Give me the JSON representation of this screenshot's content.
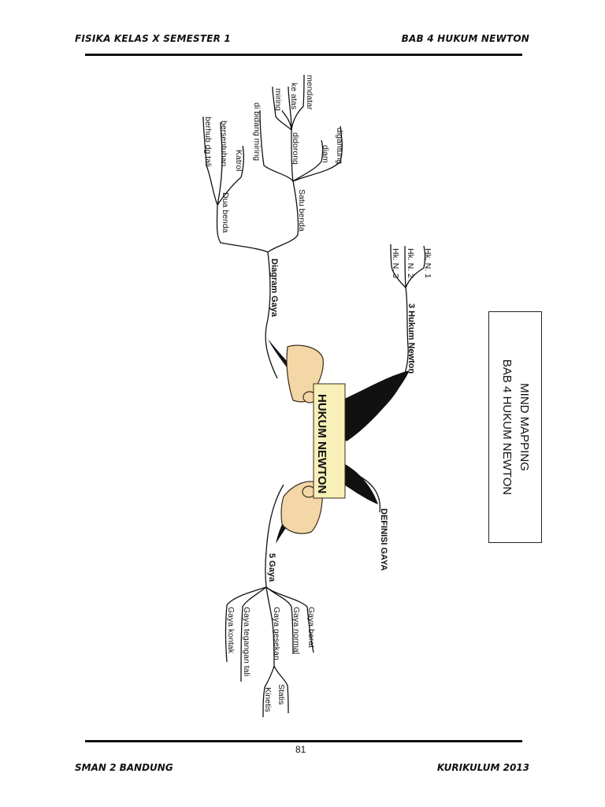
{
  "header": {
    "left": "FISIKA KELAS X SEMESTER 1",
    "right": "BAB 4  HUKUM NEWTON"
  },
  "footer": {
    "left": "SMAN 2 BANDUNG",
    "right": "KURIKULUM 2013",
    "page_number": "81"
  },
  "title_box": {
    "line1": "MIND MAPPING",
    "line2": "BAB 4  HUKUM NEWTON"
  },
  "mindmap": {
    "center": "HUKUM NEWTON",
    "branches": {
      "diagram_gaya": {
        "label": "Diagram Gaya",
        "satu_benda": {
          "label": "Satu benda",
          "items": [
            "di bidang miring",
            "didorong",
            "diam",
            "digantung"
          ],
          "ditarik": [
            "mendatar",
            "ke atas",
            "miring"
          ]
        },
        "dua_benda": {
          "label": "Dua benda",
          "items": [
            "Katrol",
            "bersentuhan",
            "berhub dg tali"
          ]
        }
      },
      "tiga_hukum": {
        "label": "3 Hukum Newton",
        "items": [
          "Hk. N. 1",
          "Hk. N. 2",
          "Hk. N. 3"
        ]
      },
      "definisi": {
        "label": "DEFINISI GAYA"
      },
      "lima_gaya": {
        "label": "5 Gaya",
        "items": [
          "Gaya berat",
          "Gaya normal",
          "Gaya gesekan",
          "Gaya tegangan tali",
          "Gaya kontak"
        ],
        "gesekan_sub": [
          "Statis",
          "Kinetis"
        ]
      }
    }
  },
  "colors": {
    "ink": "#111111",
    "paper": "#f7f0b8",
    "skin": "#f3d7a6",
    "hand_outline": "#3a2a1a"
  }
}
